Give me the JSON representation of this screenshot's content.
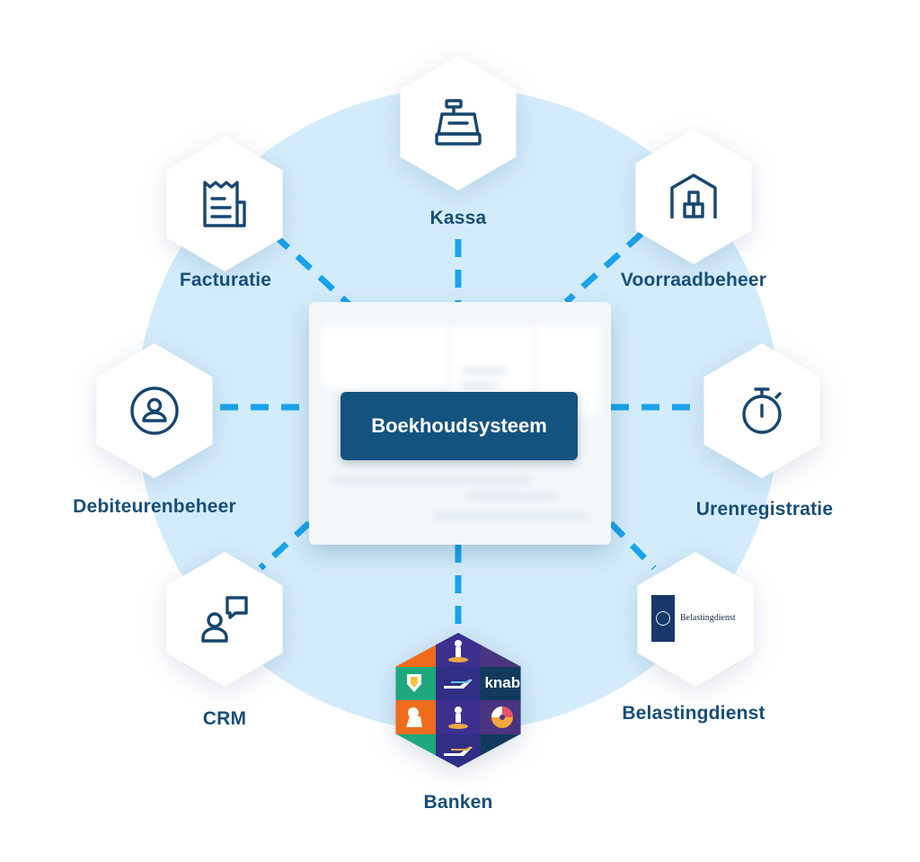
{
  "center": {
    "label": "Boekhoudsysteem"
  },
  "nodes": {
    "kassa": {
      "label": "Kassa",
      "icon": "cash-register-icon"
    },
    "voorraadbeheer": {
      "label": "Voorraadbeheer",
      "icon": "warehouse-icon"
    },
    "urenregistratie": {
      "label": "Urenregistratie",
      "icon": "stopwatch-icon"
    },
    "belastingdienst": {
      "label": "Belastingdienst",
      "icon": "belastingdienst-logo",
      "logo_text": "Belastingdienst"
    },
    "banken": {
      "label": "Banken",
      "icon": "bank-logos-mosaic",
      "logo_text": "knab"
    },
    "crm": {
      "label": "CRM",
      "icon": "person-chat-icon"
    },
    "debiteurenbeheer": {
      "label": "Debiteurenbeheer",
      "icon": "user-circle-icon"
    },
    "facturatie": {
      "label": "Facturatie",
      "icon": "invoice-icon"
    }
  },
  "colors": {
    "background_circle": "#d3ecfb",
    "connector": "#1aa3e8",
    "label": "#174e78",
    "icon_stroke": "#17466f",
    "center_button": "#15537f"
  }
}
